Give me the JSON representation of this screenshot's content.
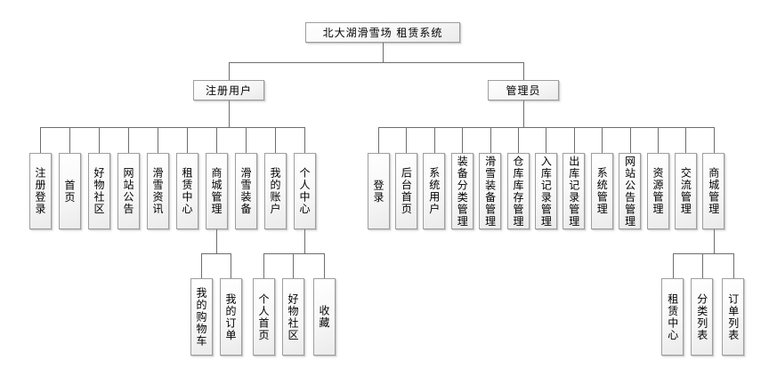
{
  "diagram": {
    "title": "北大湖滑雪场 租赁系统",
    "root": {
      "label": "北大湖滑雪场 租赁系统",
      "children": [
        {
          "label": "注册用户",
          "children": [
            {
              "label": "注册登录"
            },
            {
              "label": "首页"
            },
            {
              "label": "好物社区"
            },
            {
              "label": "网站公告"
            },
            {
              "label": "滑雪资讯"
            },
            {
              "label": "租赁中心"
            },
            {
              "label": "商城管理",
              "children": [
                {
                  "label": "我的购物车"
                },
                {
                  "label": "我的订单"
                }
              ]
            },
            {
              "label": "滑雪装备"
            },
            {
              "label": "我的账户"
            },
            {
              "label": "个人中心",
              "children": [
                {
                  "label": "个人首页"
                },
                {
                  "label": "好物社区"
                },
                {
                  "label": "收藏"
                }
              ]
            }
          ]
        },
        {
          "label": "管理员",
          "children": [
            {
              "label": "登录"
            },
            {
              "label": "后台首页"
            },
            {
              "label": "系统用户"
            },
            {
              "label": "装备分类管理"
            },
            {
              "label": "滑雪装备管理"
            },
            {
              "label": "仓库库存管理"
            },
            {
              "label": "入库记录管理"
            },
            {
              "label": "出库记录管理"
            },
            {
              "label": "系统管理"
            },
            {
              "label": "网站公告管理"
            },
            {
              "label": "资源管理"
            },
            {
              "label": "交流管理"
            },
            {
              "label": "商城管理",
              "children": [
                {
                  "label": "租赁中心"
                },
                {
                  "label": "分类列表"
                },
                {
                  "label": "订单列表"
                }
              ]
            }
          ]
        }
      ]
    },
    "colors": {
      "line": "#6e6e6e",
      "box_border": "#9e9e9e",
      "text": "#000000",
      "background": "#ffffff"
    }
  }
}
